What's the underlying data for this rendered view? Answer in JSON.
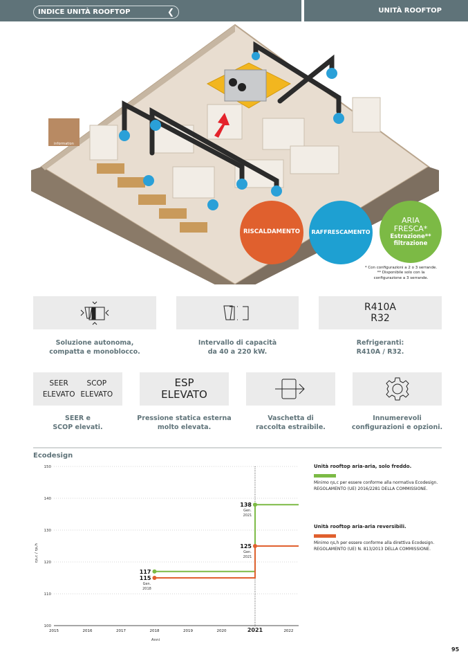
{
  "header": {
    "index_label": "INDICE UNITÀ ROOFTOP",
    "back_icon": "chevron-left-icon",
    "section_title": "UNITÀ ROOFTOP"
  },
  "illustration": {
    "description": "Isometric supermarket with rooftop unit and ducts",
    "sign_text": "information"
  },
  "modes": [
    {
      "label": "RISCALDAMENTO",
      "color": "#e0602e"
    },
    {
      "label": "RAFFRESCAMENTO",
      "color": "#1ea0d2"
    },
    {
      "line1": "ARIA",
      "line2": "FRESCA*",
      "line3": "Estrazione**",
      "line4": "filtrazione",
      "color": "#7cba45"
    }
  ],
  "footnotes": {
    "line1": "* Con configurazioni a 2 o 3 serrande.",
    "line2": "** Disponibile solo con la",
    "line3": "configurazione a 3 serrande."
  },
  "features": [
    {
      "icon": "monoblock-unit-icon",
      "caption1": "Soluzione autonoma,",
      "caption2": "compatta e monoblocco."
    },
    {
      "icon": "capacity-range-icon",
      "caption1": "Intervallo di capacità",
      "caption2": "da 40 a 220 kW."
    },
    {
      "box1": "R410A",
      "box2": "R32",
      "caption1": "Refrigeranti:",
      "caption2": "R410A / R32."
    },
    {
      "box1a": "SEER",
      "box1b": "SCOP",
      "box2a": "ELEVATO",
      "box2b": "ELEVATO",
      "caption1": "SEER e",
      "caption2": "SCOP elevati."
    },
    {
      "box1": "ESP",
      "box2": "ELEVATO",
      "caption1": "Pressione statica esterna",
      "caption2": "molto elevata."
    },
    {
      "icon": "removable-tray-icon",
      "caption1": "Vaschetta di",
      "caption2": "raccolta estraibile."
    },
    {
      "icon": "gear-icon",
      "caption1": "Innumerevoli",
      "caption2": "configurazioni e opzioni."
    }
  ],
  "ecodesign": {
    "title": "Ecodesign",
    "legend": [
      {
        "title": "Unità rooftop aria-aria, solo freddo.",
        "color": "#7cba45",
        "text1": "Minimo ηs,c per essere conforme alla normativa Ecodesign.",
        "text2": "REGOLAMENTO (UE) 2016/2281 DELLA COMMISSIONE."
      },
      {
        "title": "Unità rooftop aria-aria reversibili.",
        "color": "#e0602e",
        "text1": "Minimo ηs,h per essere conforme alla direttiva Ecodesign.",
        "text2": "REGOLAMENTO (UE) N. 813/2013 DELLA COMMISSIONE."
      }
    ]
  },
  "chart_data": {
    "type": "line",
    "title": "Ecodesign",
    "xlabel": "Anni",
    "ylabel": "ηs,c / ηs,h",
    "xlim": [
      2015,
      2022.3
    ],
    "ylim": [
      100,
      150
    ],
    "xticks": [
      "2015",
      "2016",
      "2017",
      "2018",
      "2019",
      "2020",
      "2021",
      "2022"
    ],
    "yticks": [
      "100",
      "110",
      "120",
      "130",
      "140",
      "150"
    ],
    "grid": true,
    "highlight_x": 2021,
    "series": [
      {
        "name": "Unità rooftop aria-aria, solo freddo",
        "color": "#7cba45",
        "step": true,
        "points": [
          [
            2018,
            117
          ],
          [
            2021,
            117
          ],
          [
            2021,
            138
          ],
          [
            2022.3,
            138
          ]
        ],
        "labels": [
          {
            "x": 2018,
            "y": 117,
            "value": "117"
          },
          {
            "x": 2021,
            "y": 138,
            "value": "138",
            "note1": "Gen.",
            "note2": "2021"
          }
        ]
      },
      {
        "name": "Unità rooftop aria-aria reversibili",
        "color": "#e0602e",
        "step": true,
        "points": [
          [
            2018,
            115
          ],
          [
            2021,
            115
          ],
          [
            2021,
            125
          ],
          [
            2022.3,
            125
          ]
        ],
        "labels": [
          {
            "x": 2018,
            "y": 115,
            "value": "115",
            "note1": "Gen.",
            "note2": "2018"
          },
          {
            "x": 2021,
            "y": 125,
            "value": "125",
            "note1": "Gen.",
            "note2": "2021"
          }
        ]
      }
    ]
  },
  "page_number": "95"
}
